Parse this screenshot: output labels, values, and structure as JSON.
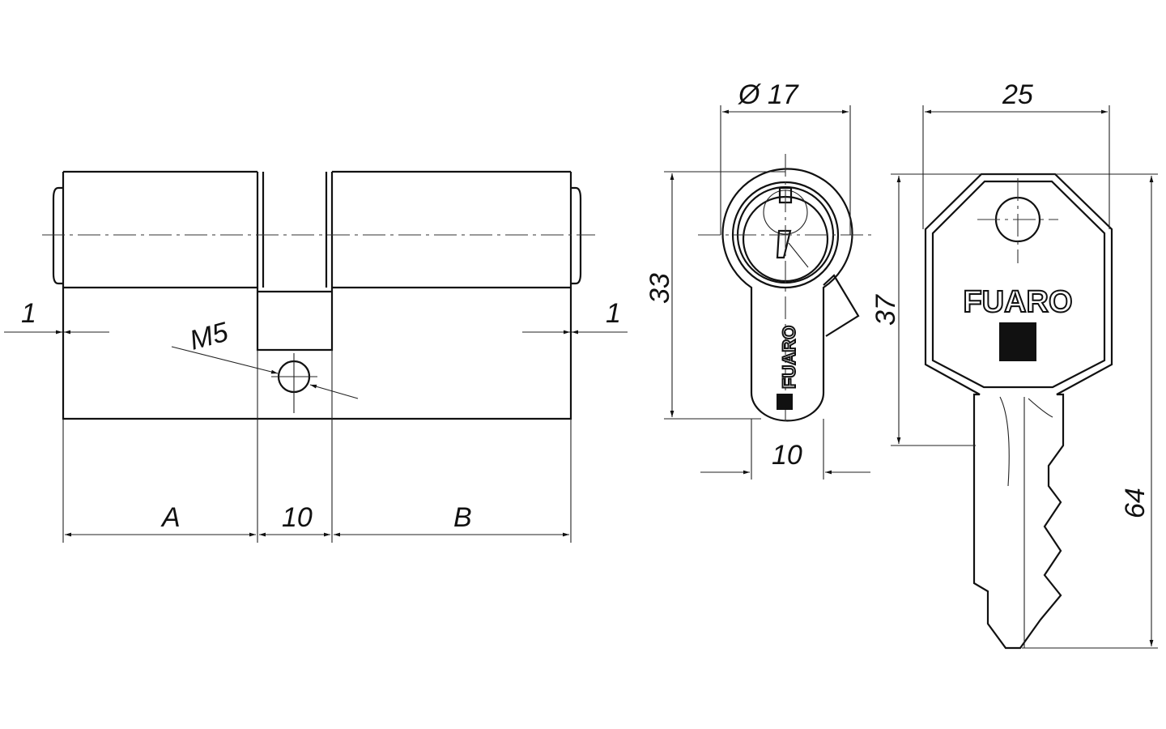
{
  "drawing": {
    "cylinder_side": {
      "dim_a": "A",
      "dim_b": "B",
      "dim_center": "10",
      "dim_left_offset": "1",
      "dim_right_offset": "1",
      "screw_thread": "M5"
    },
    "cylinder_front": {
      "diameter": "Ø 17",
      "height": "33",
      "stem_width": "10",
      "brand": "FUARO"
    },
    "key": {
      "width": "25",
      "head_height": "37",
      "length": "64",
      "brand": "FUARO"
    },
    "colors": {
      "line": "#111111",
      "background": "#ffffff"
    }
  }
}
